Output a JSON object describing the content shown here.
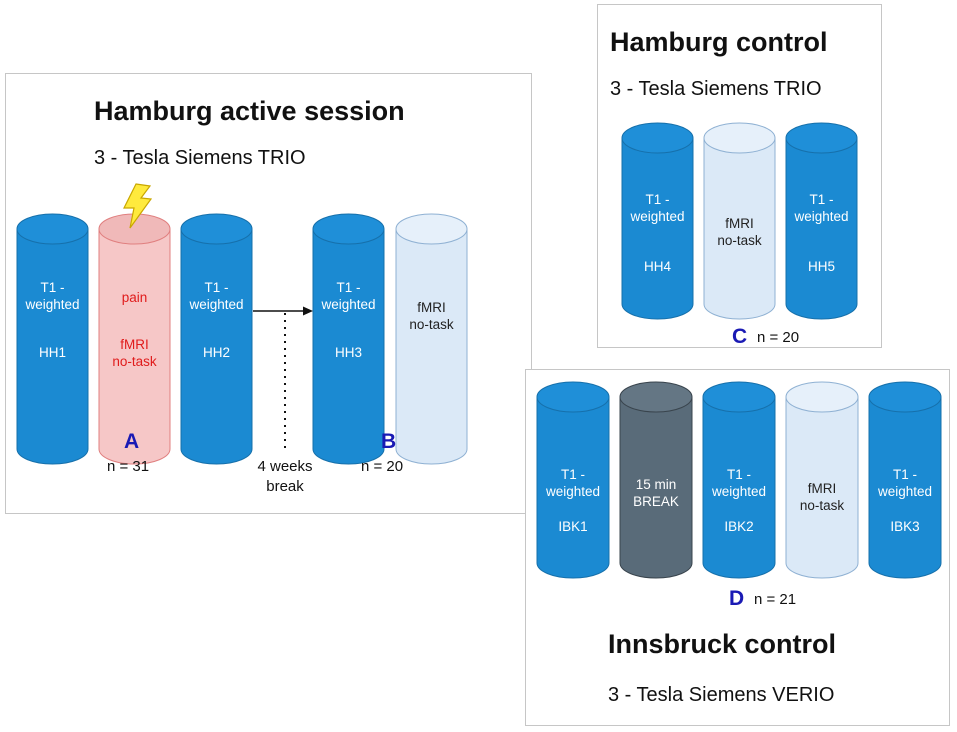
{
  "colors": {
    "blue": "#1b8ad2",
    "blue_top": "#1f8fd8",
    "pink": "#f6c7c7",
    "pink_top": "#f0b9b9",
    "pale": "#dbe9f7",
    "dark": "#596b79",
    "label_white": "#ffffff",
    "label_red": "#e01b1b",
    "letter_blue": "#1a1ab4"
  },
  "panel_a": {
    "title": "Hamburg active session",
    "subtitle": "3 - Tesla Siemens TRIO",
    "cylinders": [
      {
        "line1": "T1 -\nweighted",
        "line2": "HH1",
        "style": "blue"
      },
      {
        "line1": "pain",
        "line2": "fMRI\nno-task",
        "style": "pink",
        "icon": "lightning-icon"
      },
      {
        "line1": "T1 -\nweighted",
        "line2": "HH2",
        "style": "blue"
      },
      {
        "line1": "T1 -\nweighted",
        "line2": "HH3",
        "style": "blue"
      },
      {
        "line1": "fMRI\nno-task",
        "line2": "",
        "style": "pale"
      }
    ],
    "letter_a": "A",
    "n_a": "n = 31",
    "break_note": "4 weeks\nbreak",
    "letter_b": "B",
    "n_b": "n = 20"
  },
  "panel_c": {
    "title": "Hamburg control",
    "subtitle": "3 - Tesla Siemens TRIO",
    "cylinders": [
      {
        "line1": "T1 -\nweighted",
        "line2": "HH4",
        "style": "blue"
      },
      {
        "line1": "fMRI\nno-task",
        "line2": "",
        "style": "pale"
      },
      {
        "line1": "T1 -\nweighted",
        "line2": "HH5",
        "style": "blue"
      }
    ],
    "letter": "C",
    "n": "n = 20"
  },
  "panel_d": {
    "title": "Innsbruck control",
    "subtitle": "3 - Tesla Siemens VERIO",
    "cylinders": [
      {
        "line1": "T1 -\nweighted",
        "line2": "IBK1",
        "style": "blue"
      },
      {
        "line1": "15 min\nBREAK",
        "line2": "",
        "style": "dark"
      },
      {
        "line1": "T1 -\nweighted",
        "line2": "IBK2",
        "style": "blue"
      },
      {
        "line1": "fMRI\nno-task",
        "line2": "",
        "style": "pale"
      },
      {
        "line1": "T1 -\nweighted",
        "line2": "IBK3",
        "style": "blue"
      }
    ],
    "letter": "D",
    "n": "n = 21"
  }
}
